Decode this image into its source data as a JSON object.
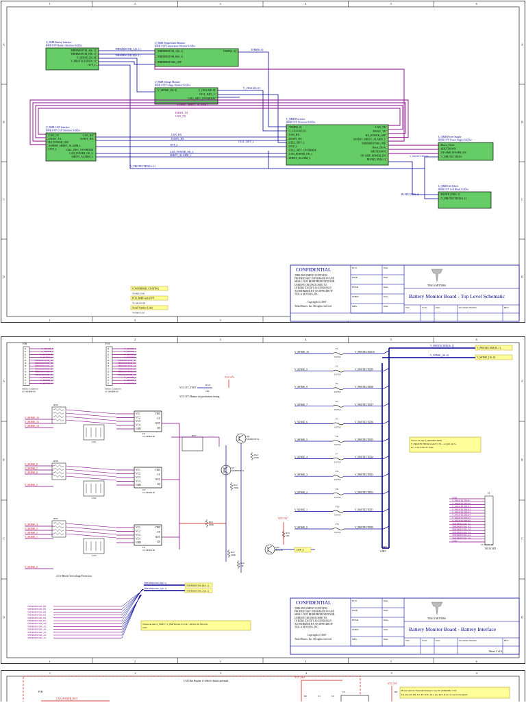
{
  "colors": {
    "block_fill": "#66cc66",
    "wire": "#000099",
    "bus": "#880088",
    "red": "#cc0000",
    "note_fill": "#ffff99",
    "title_accent": "#000099"
  },
  "border_cols": [
    "1",
    "2",
    "3",
    "4",
    "5",
    "6"
  ],
  "border_rows": [
    "A",
    "B",
    "C",
    "D"
  ],
  "page1": {
    "blocks": {
      "battery_interface": {
        "title": "U_BMB Battery Interface",
        "file": "BMB OVP Battery Interface.SchDoc",
        "ports": [
          "THERMISTOR_A[6..1]",
          "THERMISTOR_B[6..1]",
          "V_SENSE_[16..0]",
          "V_PROTECTED[16..1]",
          "OVP_L"
        ]
      },
      "temperature_monitor": {
        "title": "U_BMB Temperature Monitor",
        "file": "BMB OVP Temperature Monitor.SchDoc",
        "ports_left": [
          "THERMISTOR_A[6..1]",
          "THERMISTOR_B[6..1]",
          "THERMISTORS_OFF"
        ],
        "ports_right": [
          "TEMP[6..0]"
        ]
      },
      "voltage_monitor": {
        "title": "U_BMB Voltage Monitor",
        "file": "BMB OVP Voltage Monitor.SchDoc",
        "ports_left": [
          "V_SENSE_[16..0]"
        ],
        "ports_right": [
          "V_CELLS[6..0]",
          "CELL_REV_L",
          "CELL_REV_OVERRIDE"
        ]
      },
      "can_interface": {
        "title": "U_BMB CAN Interface",
        "file": "BMB OVP CAN Interface.SchDoc",
        "ports_left": [
          "CAN_TX",
          "DAISY_TX",
          "RX_POWER_OFF",
          "ASSERT_SHEET_ALARM_L",
          "OVP_L"
        ],
        "ports_right": [
          "CAN_RX",
          "DAISY_RX",
          "CELL_REV_OVERRIDE",
          "CAN_POWER_OK_L",
          "SHEET_ALARM_L"
        ]
      },
      "processor": {
        "title": "U_BMB Processor",
        "file": "BMB OVP Processor.SchDoc",
        "ports_left": [
          "TEMP[6..0]",
          "V_CELLS[6..0]",
          "CAN_RX",
          "DAISY_RX",
          "CELL_REV_L",
          "OVP_L",
          "CELL_REV_OVERRIDE",
          "CAN_POWER_OK_L",
          "SHEET_ALARM_L"
        ],
        "ports_right": [
          "CAN_TX",
          "DAISY_TX",
          "RX_POWER_OFF",
          "ASSERT_SHEET_ALARM_L",
          "THERMISTORS_OFF",
          "Boost_Drive",
          "SHUTDOWN",
          "OP-AMP_POWER_EN",
          "BLEED_EN[6..1]"
        ]
      },
      "power_supply": {
        "title": "U_BMB Power Supply",
        "file": "BMB OVP Power Supply.SchDoc",
        "ports": [
          "Boost_Drive",
          "SHUTDOWN",
          "OP-AMP_POWER_EN",
          "V_PROTECTED16"
        ]
      },
      "cell_bleed": {
        "title": "U_BMB Cell Bleed",
        "file": "BMB OVP Cell Bleed.SchDoc",
        "ports": [
          "BLEED_EN[6..1]",
          "V_PROTECTED[16..1]"
        ]
      }
    },
    "net_labels": {
      "therm_a": "THERMISTOR_A[6..1]",
      "therm_b": "THERMISTOR_B[6..1]",
      "vsense": "V_SENSE_[16..0]",
      "temp": "TEMP[6..0]",
      "vcells": "V_CELLS[6..0]",
      "assert_alarm": "ASSERT_SHEET_ALARM_L",
      "daisy_tx": "DAISY_TX",
      "can_tx": "CAN_TX",
      "can_rx": "CAN_RX",
      "daisy_rx": "DAISY_RX",
      "ovp": "OVP_L",
      "cell_rev": "CELL_REV_L",
      "can_power_ok": "CAN_POWER_OK_L",
      "sheet_alarm": "SHEET_ALARM_L",
      "vprot": "V_PROTECTED[16..1]",
      "vprot16": "V_PROTECTED16",
      "bleed": "BLEED_EN[6..1]"
    },
    "notes": [
      "CONFORMAL COATING",
      "70-082152-00",
      "PCB, BMB with OVP",
      "70-1003-04-00",
      "Serial Number Label",
      "70-000372-05"
    ],
    "title_block": {
      "confidential": "CONFIDENTIAL",
      "legal": [
        "THIS DOCUMENT CONTAINS",
        "PROPRIETARY INFORMATION AND",
        "SHALL NOT BE REPRODUCED NOR",
        "USED BY OR DISCLOSED TO",
        "OTHERS EXCEPT AS EXPRESSLY",
        "AUTHORIZED BY AN OFFICER OF",
        "TESLA MOTORS, INC."
      ],
      "copyright": "Copyright (c) 2007",
      "rights": "Tesla Motors, Inc. All rights reserved.",
      "fields": [
        "ECO",
        "DWN",
        "ENGR",
        "CHKD",
        "MFG",
        "Date",
        "Date",
        "Date",
        "Date",
        "Date"
      ],
      "company": "TESLA MOTORS",
      "title": "Battery Monitor Board - Top Level Schematic",
      "bottom_fields": [
        "Size",
        "Scale",
        "Date",
        "Document Number",
        "REV"
      ],
      "sheet": ""
    }
  },
  "page2": {
    "conn_a": {
      "ref": "P1B",
      "caption": "Sensor Connector",
      "part": "10-1003894-00",
      "pins": [
        "V_SENSE_8",
        "V_SENSE_9",
        "V_SENSE_10",
        "V_SENSE_11",
        "THERMISTOR_A6",
        "THERMISTOR_B6",
        "THERMISTOR_A5",
        "THERMISTOR_B5",
        "THERMISTOR_A4",
        "THERMISTOR_B4",
        "V_SENSE_12",
        "V_SENSE_13",
        "V_SENSE_14"
      ]
    },
    "conn_b": {
      "ref": "P1A",
      "caption": "Sensor Connector",
      "part": "10-1003894-00",
      "pins": [
        "V_SENSE_0",
        "V_SENSE_1",
        "V_SENSE_2",
        "V_SENSE_3",
        "THERMISTOR_A1",
        "THERMISTOR_B1",
        "THERMISTOR_A2",
        "THERMISTOR_B2",
        "THERMISTOR_A3",
        "THERMISTOR_B3",
        "V_SENSE_4",
        "V_SENSE_5",
        "V_SENSE_6"
      ]
    },
    "test_pin": {
      "net": "VCC+5V_TEST",
      "ref": "R1a3",
      "value": "10K",
      "rail": "VCC+5V",
      "caption": "VCC+5V Monitor for production testing"
    },
    "fuses": [
      {
        "in": "V_SENSE_16",
        "ref": "F1",
        "out": "V_PROTECTED16"
      },
      {
        "in": "V_SENSE_9",
        "ref": "F2",
        "out": "V_PROTECTED9"
      },
      {
        "in": "V_SENSE_8",
        "ref": "F3",
        "out": "V_PROTECTED8"
      },
      {
        "in": "V_SENSE_7",
        "ref": "F4",
        "out": "V_PROTECTED7"
      },
      {
        "in": "V_SENSE_6",
        "ref": "F5",
        "out": "V_PROTECTED6"
      },
      {
        "in": "V_SENSE_5",
        "ref": "F6",
        "out": "V_PROTECTED5"
      },
      {
        "in": "V_SENSE_4",
        "ref": "F7",
        "out": "V_PROTECTED4"
      },
      {
        "in": "V_SENSE_3",
        "ref": "F8",
        "out": "V_PROTECTED3"
      },
      {
        "in": "V_SENSE_2",
        "ref": "F9",
        "out": "V_PROTECTED2"
      },
      {
        "in": "V_SENSE_1",
        "ref": "F10",
        "out": "V_PROTECTED1"
      },
      {
        "in": "V_SENSE_0",
        "ref": "F11",
        "out": "V_PROTECTED0"
      }
    ],
    "fuse_value": "0.375A",
    "bus_labels": [
      "V_PROTECTED[16..1]",
      "V_SENSE_[16..0]"
    ],
    "ground": "GND",
    "fuse_note": [
      "Traces on nets V_PROTECTED1",
      "V_PROTECTED16 from F1, F2... to Q10, Q13...",
      "etc. to be 0.012 in. wide"
    ],
    "monitor_ics": [
      {
        "ref": "U2",
        "part": "10-100364-00",
        "pins_left": [
          "VC1",
          "VC2",
          "VC3",
          "VC4",
          "GND"
        ],
        "pins_right": [
          "VDD",
          "CT",
          "OUT",
          "CD"
        ]
      },
      {
        "ref": "U3",
        "part": "10-100364-00",
        "pins_left": [
          "VC1",
          "VC2",
          "VC3",
          "VC4",
          "GND"
        ],
        "pins_right": [
          "VDD",
          "CT",
          "OUT",
          "CD"
        ]
      },
      {
        "ref": "U4",
        "part": "10-100364-00",
        "pins_left": [
          "VC1",
          "VC2",
          "VC3",
          "VC4",
          "GND"
        ],
        "pins_right": [
          "VDD",
          "CT",
          "OUT",
          "CD"
        ]
      }
    ],
    "resnets": [
      "RN6",
      "RN8",
      "RN9",
      "RN7"
    ],
    "cap_arrays": [
      "CN1",
      "CN2",
      "CN3"
    ],
    "vsense_inputs": [
      "V_SENSE_16",
      "V_SENSE_15",
      "V_SENSE_14",
      "V_SENSE_8",
      "V_SENSE_7",
      "V_SENSE_6",
      "V_SENSE_5",
      "V_SENSE_4",
      "V_SENSE_3",
      "V_SENSE_2",
      "V_SENSE_1",
      "V_SENSE_0"
    ],
    "transistors": [
      {
        "ref": "Q9",
        "part": "MMBT2907A"
      },
      {
        "ref": "Q7",
        "part": "MMBT2907A"
      },
      {
        "ref": "Q10",
        "part": "BSS138"
      }
    ],
    "resistors": [
      {
        "ref": "Rx4",
        "value": "100K"
      },
      {
        "ref": "Rx2",
        "value": "220K"
      },
      {
        "ref": "Rx5",
        "value": "200K"
      },
      {
        "ref": "Rx7",
        "value": "220K"
      },
      {
        "ref": "Rx6",
        "value": "1M"
      },
      {
        "ref": "Rx3",
        "value": "10K"
      }
    ],
    "ovp_caption": "4.3 V Block Overvoltage Protection",
    "ovp_out": "OVP_L",
    "vcc": "VCC+5V",
    "j_conn": {
      "ref": "J1",
      "nets": [
        "GND",
        "V_PROTECTED9",
        "V_PROTECTED10",
        "V_PROTECTED11",
        "V_PROTECTED12",
        "V_PROTECTED13",
        "V_PROTECTED14",
        "V_PROTECTED15",
        "V_PROTECTED16",
        "THERMISTOR_A1",
        "THERMISTOR_A2",
        "THERMISTOR_A3",
        "THERMISTOR_A4",
        "THERMISTOR_A5",
        "THERMISTOR_A6",
        "GND"
      ],
      "part": "10-100200-00",
      "caption": "NO LOAD"
    },
    "therm_bus": [
      "THERMISTOR_B[6..1]",
      "THERMISTOR_A[6..1]"
    ],
    "therm_list": [
      "THERMISTOR_B6",
      "THERMISTOR_B5",
      "THERMISTOR_B4",
      "THERMISTOR_B3",
      "THERMISTOR_B2",
      "THERMISTOR_B1",
      "THERMISTOR_A6",
      "THERMISTOR_A5",
      "THERMISTOR_A4",
      "THERMISTOR_A3",
      "THERMISTOR_A2",
      "THERMISTOR_A1"
    ],
    "trace_note": [
      "Traces on nets V_BAT0 - V_BAT6 from J1 to R1 - R16 to be 0.012 in.",
      "wide"
    ],
    "title_block": {
      "confidential": "CONFIDENTIAL",
      "legal": [
        "THIS DOCUMENT CONTAINS",
        "PROPRIETARY INFORMATION AND",
        "SHALL NOT BE REPRODUCED NOR",
        "USED BY OR DISCLOSED TO",
        "OTHERS EXCEPT AS EXPRESSLY",
        "AUTHORIZED BY AN OFFICER OF",
        "TESLA MOTORS, INC."
      ],
      "copyright": "Copyright (c) 2007",
      "rights": "Tesla Motors, Inc. All rights reserved.",
      "fields": [
        "ECO",
        "DWN",
        "ENGR",
        "CHKD",
        "MFG",
        "Date",
        "Date",
        "Date",
        "Date",
        "Date"
      ],
      "company": "TESLA MOTORS",
      "title": "Battery Monitor Board - Battery Interface",
      "bottom_fields": [
        "Size",
        "Scale",
        "Date",
        "Document Number",
        "REV"
      ],
      "sheet": "Sheet 2 of 6"
    }
  },
  "page3": {
    "can_region": "CAN Bus Region, if vehicle chassis potential",
    "vcc_iso": "VCC_ISO",
    "vcc5": "VCC+5V",
    "note": [
      "Board options: Extended design to use the ADM2481, U16,",
      "U4, R4, R5, R9, U2, R7, R10, R11, Q2, R13, R14, C3 are not mounted."
    ],
    "can_power_out": "CAN_POWER_OUT",
    "refs": [
      "P1B",
      "U5",
      "R2",
      "C1",
      "C2",
      "R8"
    ]
  }
}
